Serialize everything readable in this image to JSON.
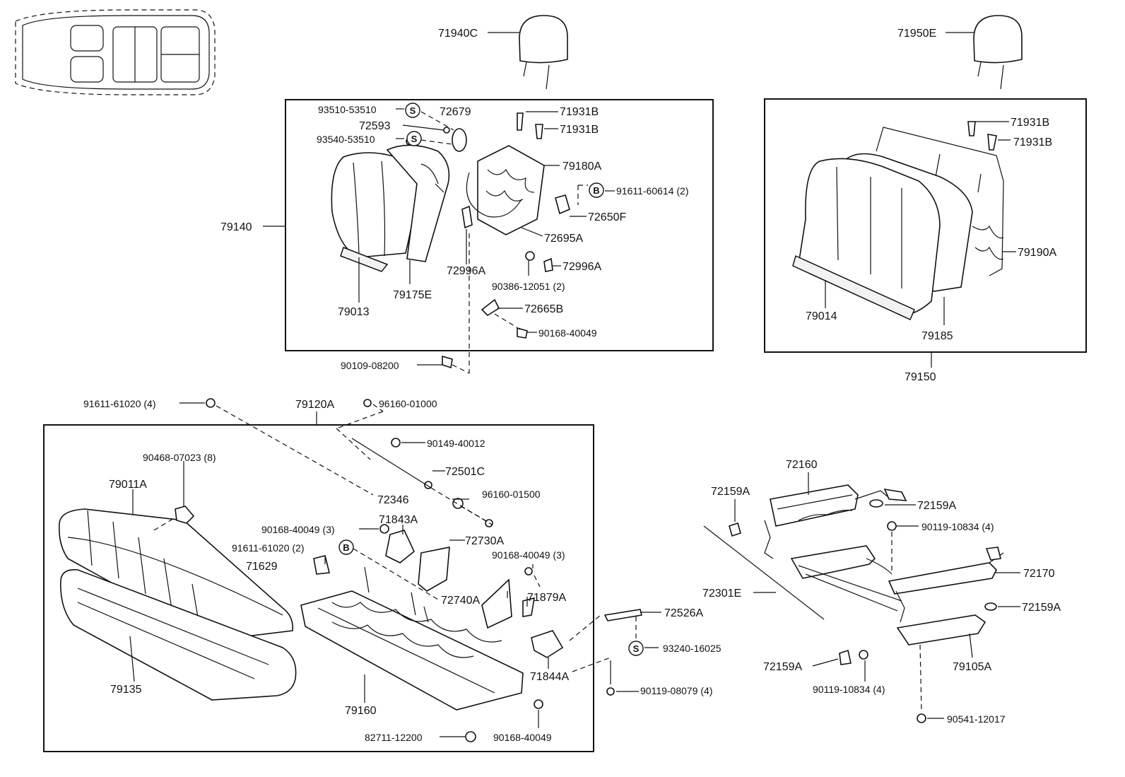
{
  "labels": {
    "p71940C": "71940C",
    "p71950E": "71950E",
    "p93510": "93510-53510",
    "p72679": "72679",
    "p72593": "72593",
    "p93540": "93540-53510",
    "p71931B_a": "71931B",
    "p71931B_b": "71931B",
    "p79180A": "79180A",
    "p91611_60614": "91611-60614 (2)",
    "p72650F": "72650F",
    "p79140": "79140",
    "p72695A": "72695A",
    "p72996A_a": "72996A",
    "p72996A_b": "72996A",
    "p90386": "90386-12051 (2)",
    "p79013": "79013",
    "p79175E": "79175E",
    "p72665B": "72665B",
    "p90168_40049_a": "90168-40049",
    "p90109": "90109-08200",
    "p71931B_c": "71931B",
    "p71931B_d": "71931B",
    "p79190A": "79190A",
    "p79014": "79014",
    "p79185": "79185",
    "p79150": "79150",
    "p91611_61020_4": "91611-61020 (4)",
    "p79120A": "79120A",
    "p96160_01000": "96160-01000",
    "p90149": "90149-40012",
    "p90468": "90468-07023 (8)",
    "p72501C": "72501C",
    "p79011A": "79011A",
    "p96160_01500": "96160-01500",
    "p72346": "72346",
    "p71843A": "71843A",
    "p90168_40049_3a": "90168-40049 (3)",
    "p72730A": "72730A",
    "p91611_61020_2": "91611-61020 (2)",
    "p71629": "71629",
    "p90168_40049_3b": "90168-40049 (3)",
    "p72740A": "72740A",
    "p71879A": "71879A",
    "p72526A": "72526A",
    "p93240": "93240-16025",
    "p71844A": "71844A",
    "p79135": "79135",
    "p79160": "79160",
    "p90119_08079": "90119-08079 (4)",
    "p82711": "82711-12200",
    "p90168_40049_b": "90168-40049",
    "p72160": "72160",
    "p72159A_a": "72159A",
    "p72159A_b": "72159A",
    "p90119_10834_a": "90119-10834 (4)",
    "p72170": "72170",
    "p72301E": "72301E",
    "p72159A_c": "72159A",
    "p72159A_d": "72159A",
    "p90119_10834_b": "90119-10834 (4)",
    "p79105A": "79105A",
    "p90541": "90541-12017"
  },
  "symbols": {
    "s": "S",
    "b": "B"
  }
}
